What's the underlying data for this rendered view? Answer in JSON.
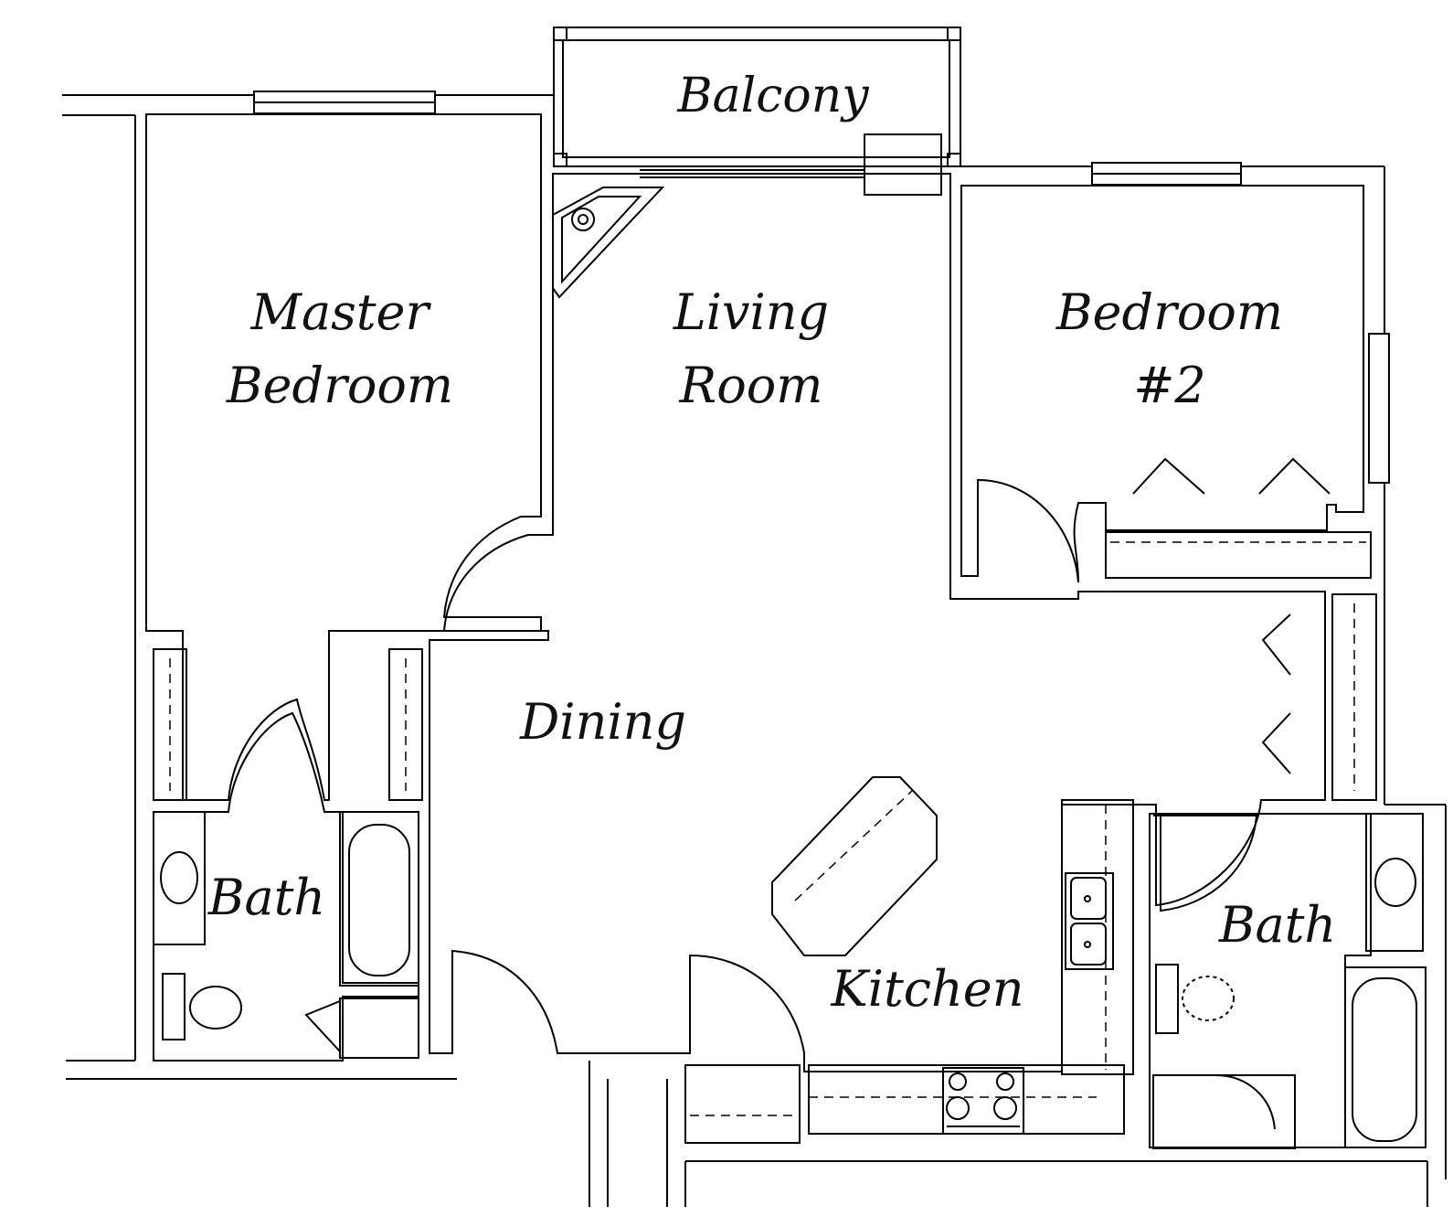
{
  "colors": {
    "bedroom": "#6073FF",
    "living": "#FFF480",
    "bath": "#CC8533",
    "wall": "#FFFFFF",
    "outline": "#000000"
  },
  "rooms": {
    "balcony": "Balcony",
    "master_line1": "Master",
    "master_line2": "Bedroom",
    "living_line1": "Living",
    "living_line2": "Room",
    "bedroom2_line1": "Bedroom",
    "bedroom2_line2": "#2",
    "dining": "Dining",
    "kitchen": "Kitchen",
    "bath_left": "Bath",
    "bath_right": "Bath"
  }
}
